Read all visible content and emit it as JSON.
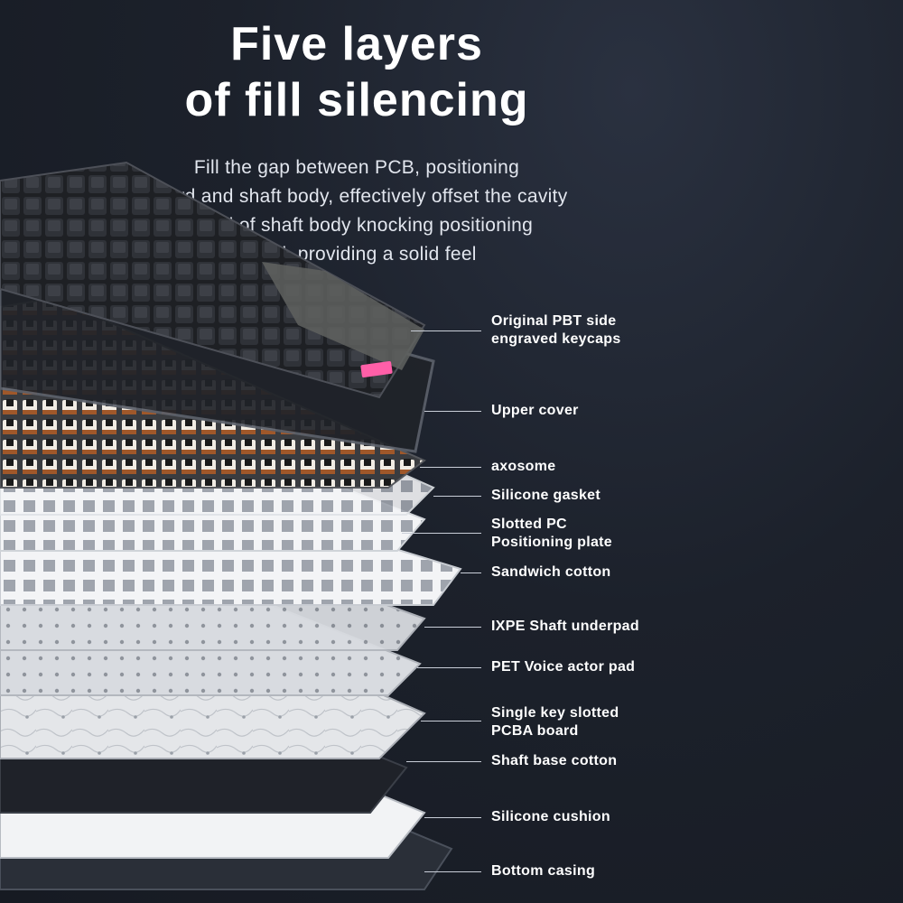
{
  "heading": {
    "title": "Five layers\nof fill silencing",
    "description": "Fill the gap between PCB, positioning\nboard and shaft body, effectively offset the cavity\nsound of shaft body knocking positioning\nboard, providing a solid feel"
  },
  "layers": [
    {
      "label": "Original PBT side\nengraved keycaps"
    },
    {
      "label": "Upper cover"
    },
    {
      "label": "axosome"
    },
    {
      "label": "Silicone gasket"
    },
    {
      "label": "Slotted PC\nPositioning plate"
    },
    {
      "label": "Sandwich cotton"
    },
    {
      "label": "IXPE Shaft underpad"
    },
    {
      "label": "PET Voice actor pad"
    },
    {
      "label": "Single key slotted\nPCBA board"
    },
    {
      "label": "Shaft base cotton"
    },
    {
      "label": "Silicone cushion"
    },
    {
      "label": "Bottom casing"
    }
  ],
  "colors": {
    "background": "#1c212b",
    "text": "#ffffff",
    "leader_line": "#c9ced8",
    "keycap_dark": "#2a2c31",
    "keycap_grey": "#5f625f",
    "switch_brown": "#a0582a",
    "plate_white": "#e9ebee",
    "accent_pink": "#ff5fa8"
  }
}
